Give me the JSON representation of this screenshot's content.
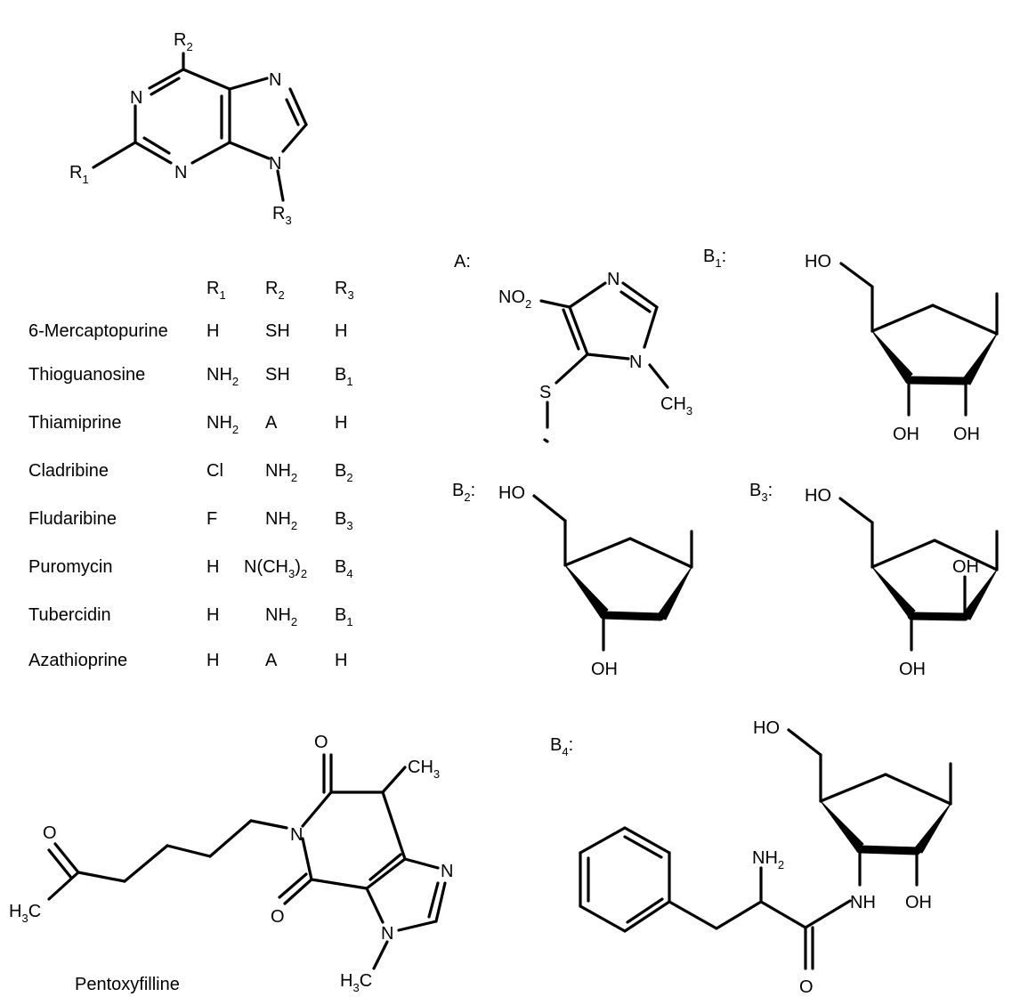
{
  "purine": {
    "r1": "R",
    "r1_sub": "1",
    "r2": "R",
    "r2_sub": "2",
    "r3": "R",
    "r3_sub": "3",
    "n": "N"
  },
  "table": {
    "headers": [
      {
        "main": "R",
        "sub": "1"
      },
      {
        "main": "R",
        "sub": "2"
      },
      {
        "main": "R",
        "sub": "3"
      }
    ],
    "rows": [
      {
        "name": "6-Mercaptopurine",
        "r1": {
          "main": "H",
          "sub": ""
        },
        "r2": {
          "main": "SH",
          "sub": "",
          "post": ""
        },
        "r3": {
          "main": "H",
          "sub": ""
        }
      },
      {
        "name": "Thioguanosine",
        "r1": {
          "main": "NH",
          "sub": "2"
        },
        "r2": {
          "main": "SH",
          "sub": "",
          "post": ""
        },
        "r3": {
          "main": "B",
          "sub": "1"
        }
      },
      {
        "name": "Thiamiprine",
        "r1": {
          "main": "NH",
          "sub": "2"
        },
        "r2": {
          "main": "A",
          "sub": "",
          "post": ""
        },
        "r3": {
          "main": "H",
          "sub": ""
        }
      },
      {
        "name": "Cladribine",
        "r1": {
          "main": "Cl",
          "sub": ""
        },
        "r2": {
          "main": "NH",
          "sub": "2",
          "post": ""
        },
        "r3": {
          "main": "B",
          "sub": "2"
        }
      },
      {
        "name": "Fludaribine",
        "r1": {
          "main": "F",
          "sub": ""
        },
        "r2": {
          "main": "NH",
          "sub": "2",
          "post": ""
        },
        "r3": {
          "main": "B",
          "sub": "3"
        }
      },
      {
        "name": "Puromycin",
        "r1": {
          "main": "H",
          "sub": ""
        },
        "r2": {
          "main": "N(CH",
          "sub": "3",
          "post": ")2"
        },
        "r3": {
          "main": "B",
          "sub": "4"
        }
      },
      {
        "name": "Tubercidin",
        "r1": {
          "main": "H",
          "sub": ""
        },
        "r2": {
          "main": "NH",
          "sub": "2",
          "post": ""
        },
        "r3": {
          "main": "B",
          "sub": "1"
        }
      },
      {
        "name": "Azathioprine",
        "r1": {
          "main": "H",
          "sub": ""
        },
        "r2": {
          "main": "A",
          "sub": "",
          "post": ""
        },
        "r3": {
          "main": "H",
          "sub": ""
        }
      }
    ]
  },
  "labels": {
    "a": "A:",
    "b1": "B",
    "b1_sub": "1",
    "b2": "B",
    "b2_sub": "2",
    "b3": "B",
    "b3_sub": "3",
    "b4": "B",
    "b4_sub": "4",
    "colon": ":",
    "pentoxyfilline": "Pentoxyfilline"
  },
  "a_struct": {
    "no2": "NO",
    "no2_sub": "2",
    "n": "N",
    "s": "S",
    "ch3": "CH",
    "ch3_sub": "3"
  },
  "sugars": {
    "ho": "HO",
    "oh": "OH"
  },
  "b4_struct": {
    "nh2": "NH",
    "nh2_sub": "2",
    "nh": "NH",
    "o": "O"
  },
  "pentox": {
    "o": "O",
    "n": "N",
    "ch3": "CH",
    "ch3_sub": "3",
    "h3c": "H",
    "h3c_sub": "3",
    "h3c_c": "C"
  }
}
